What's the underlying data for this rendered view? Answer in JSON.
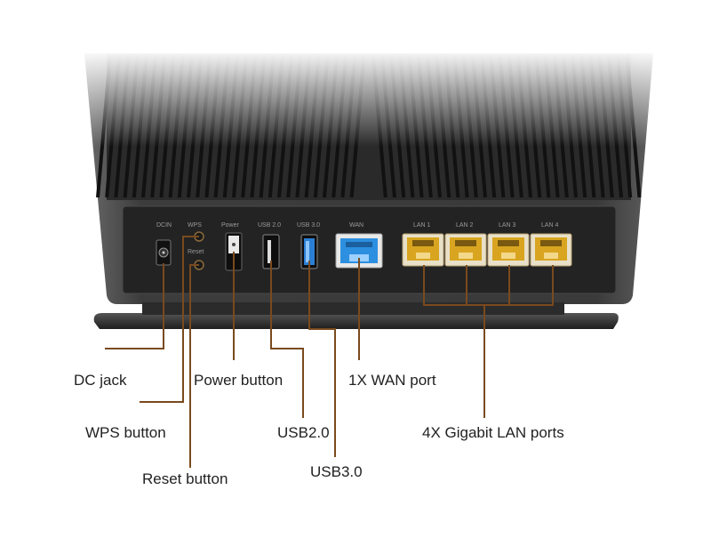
{
  "colors": {
    "leader": "#7a4a1e",
    "body": "#3a3a3a",
    "panel": "#262626",
    "usb3": "#2a7fd4",
    "wan": "#2c8fe0",
    "lan": "#d9a520"
  },
  "panel_labels": {
    "dcin": "DCIN",
    "wps": "WPS",
    "reset": "Reset",
    "power": "Power",
    "usb2": "USB 2.0",
    "usb3": "USB 3.0",
    "wan": "WAN",
    "lan1": "LAN 1",
    "lan2": "LAN 2",
    "lan3": "LAN 3",
    "lan4": "LAN 4"
  },
  "callouts": {
    "dc_jack": "DC jack",
    "wps_button": "WPS button",
    "reset_button": "Reset button",
    "power_button": "Power button",
    "usb20": "USB2.0",
    "usb30": "USB3.0",
    "wan_port": "1X WAN port",
    "lan_ports": "4X Gigabit LAN ports"
  }
}
